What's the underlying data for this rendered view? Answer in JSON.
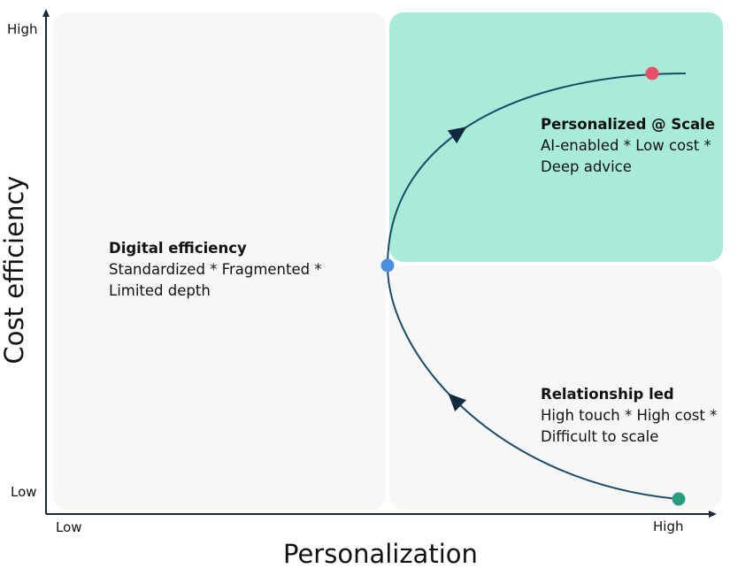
{
  "axes": {
    "y_title": "Cost efficiency",
    "x_title": "Personalization",
    "y_high": "High",
    "y_low": "Low",
    "x_low": "Low",
    "x_high": "High"
  },
  "quadrants": {
    "digital": {
      "title": "Digital efficiency",
      "line1": "Standardized * Fragmented *",
      "line2": "Limited depth"
    },
    "scale": {
      "title": "Personalized @ Scale",
      "line1": "AI-enabled * Low cost *",
      "line2": "Deep advice"
    },
    "relationship": {
      "title": "Relationship led",
      "line1": "High touch * High cost *",
      "line2": "Difficult to scale"
    }
  },
  "colors": {
    "highlight_quadrant": "#a8ebd8",
    "neutral_quadrant": "#f7f7f7",
    "curve": "#1b4a6b",
    "arrow": "#0f2a3f",
    "start_point": "#2a9d7f",
    "mid_point": "#4a8fe0",
    "end_point": "#e8506a",
    "axis": "#1a2a3a"
  },
  "points": [
    "start-point",
    "mid-point",
    "end-point"
  ]
}
